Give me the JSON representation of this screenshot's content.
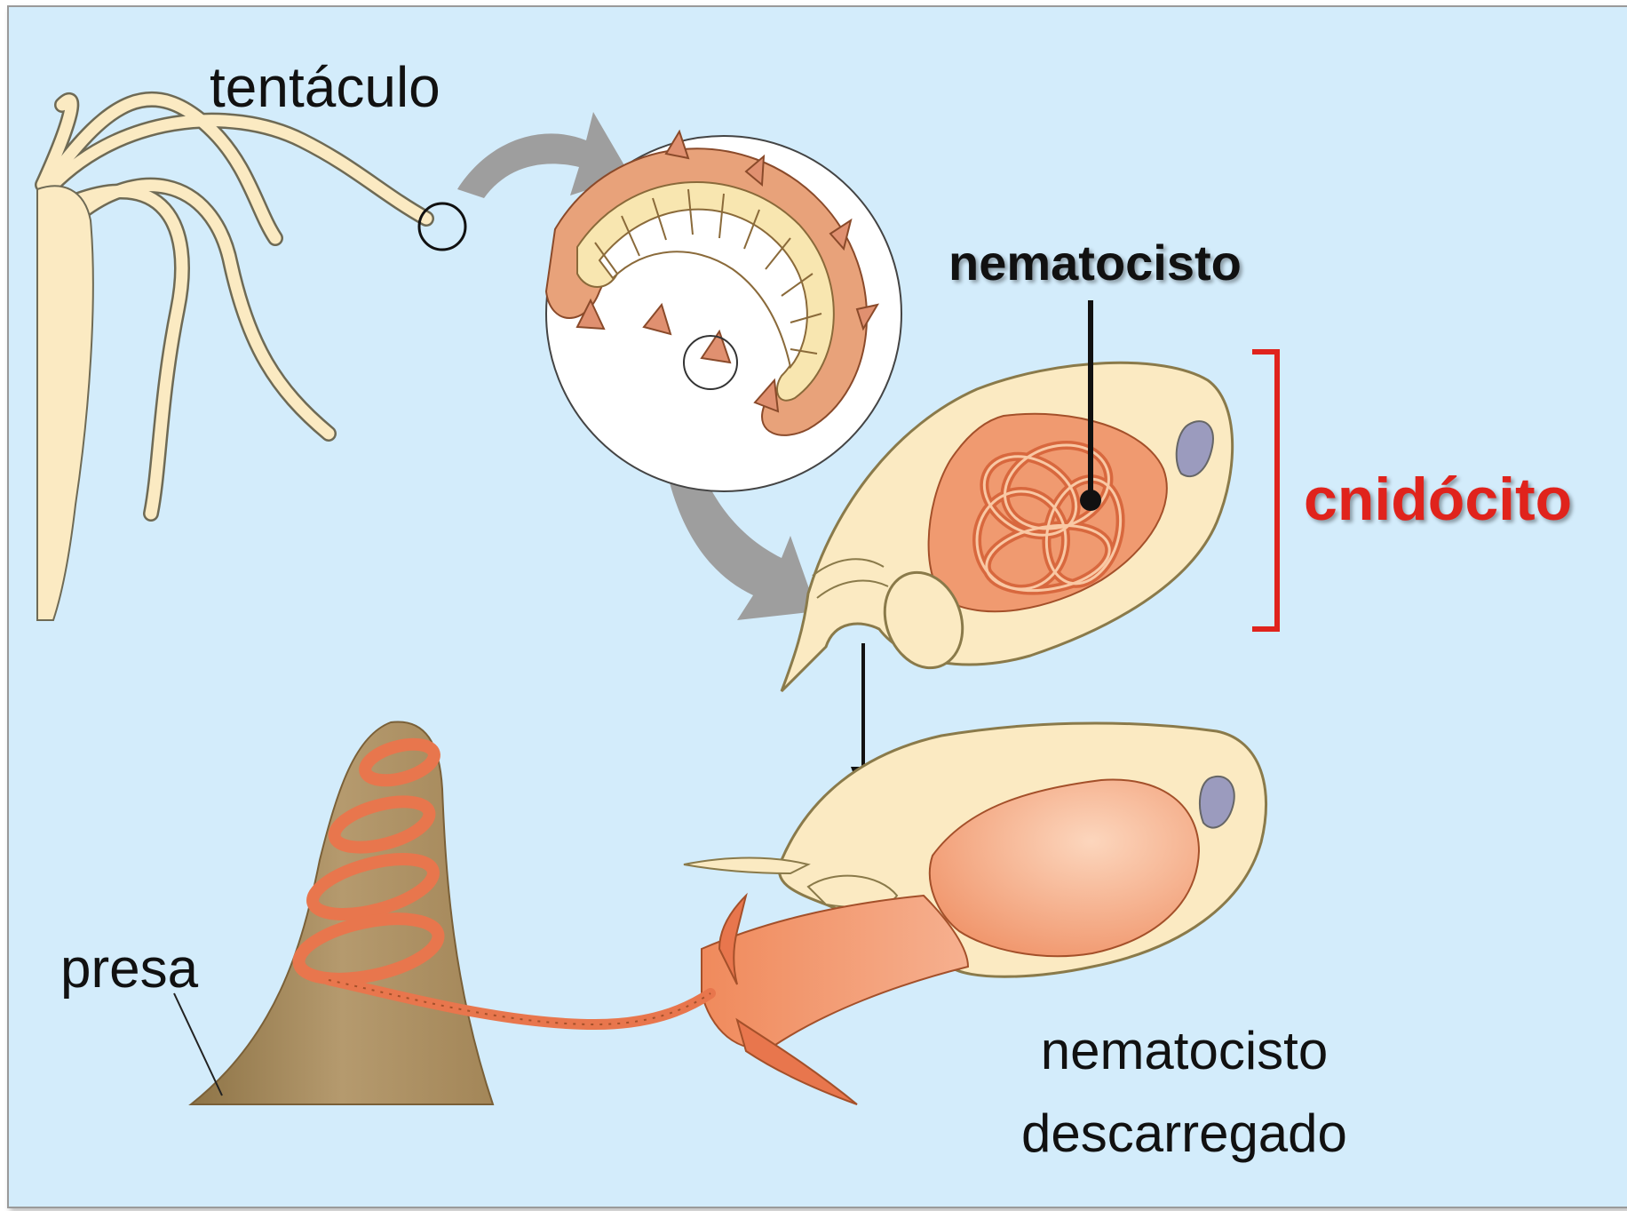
{
  "labels": {
    "tentaculo": "tentáculo",
    "nematocisto": "nematocisto",
    "cnidocito": "cnidócito",
    "presa": "presa",
    "nematocisto_descarregado_line1": "nematocisto",
    "nematocisto_descarregado_line2": "descarregado"
  },
  "colors": {
    "background": "#d3ecfb",
    "tentacle": "#fbeac2",
    "cell_body": "#f4a883",
    "thread": "#e8764d",
    "prey": "#b59a6e",
    "arrow_gray": "#9e9e9e",
    "bracket": "#e0231c",
    "label_highlight": "#e0231c"
  }
}
